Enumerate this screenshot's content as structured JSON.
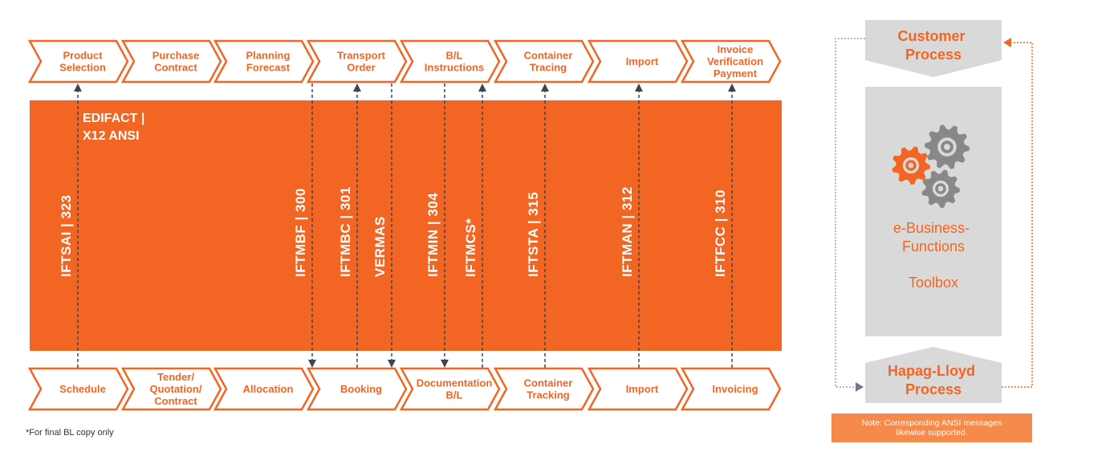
{
  "colors": {
    "accent": "#F26522",
    "gray_shape": "#D9D9D9",
    "gear_dark": "#888888",
    "arrow": "#3C4650",
    "note_bg": "#F58A4B"
  },
  "top_steps": [
    {
      "lines": [
        "Product",
        "Selection"
      ]
    },
    {
      "lines": [
        "Purchase",
        "Contract"
      ]
    },
    {
      "lines": [
        "Planning",
        "Forecast"
      ]
    },
    {
      "lines": [
        "Transport",
        "Order"
      ]
    },
    {
      "lines": [
        "B/L",
        "Instructions"
      ]
    },
    {
      "lines": [
        "Container",
        "Tracing"
      ]
    },
    {
      "lines": [
        "Import"
      ]
    },
    {
      "lines": [
        "Invoice",
        "Verification",
        "Payment"
      ]
    }
  ],
  "bottom_steps": [
    {
      "lines": [
        "Schedule"
      ]
    },
    {
      "lines": [
        "Tender/",
        "Quotation/",
        "Contract"
      ]
    },
    {
      "lines": [
        "Allocation"
      ]
    },
    {
      "lines": [
        "Booking"
      ]
    },
    {
      "lines": [
        "Documentation",
        "B/L"
      ]
    },
    {
      "lines": [
        "Container",
        "Tracking"
      ]
    },
    {
      "lines": [
        "Import"
      ]
    },
    {
      "lines": [
        "Invoicing"
      ]
    }
  ],
  "edifact_label": [
    "EDIFACT |",
    "X12 ANSI"
  ],
  "messages": [
    {
      "label": "IFTSAI | 323",
      "direction": "up"
    },
    {
      "label": "IFTMBF | 300",
      "direction": "down"
    },
    {
      "label": "IFTMBC | 301",
      "direction": "up"
    },
    {
      "label": "VERMAS",
      "direction": "down"
    },
    {
      "label": "IFTMIN | 304",
      "direction": "down"
    },
    {
      "label": "IFTMCS*",
      "direction": "up"
    },
    {
      "label": "IFTSTA | 315",
      "direction": "up"
    },
    {
      "label": "IFTMAN | 312",
      "direction": "up"
    },
    {
      "label": "IFTFCC | 310",
      "direction": "up"
    }
  ],
  "customer_process": [
    "Customer",
    "Process"
  ],
  "hapag_process": [
    "Hapag-Lloyd",
    "Process"
  ],
  "toolbox_lines": [
    "e-Business-",
    "Functions"
  ],
  "toolbox_label": "Toolbox",
  "icons": [
    "gears-icon"
  ],
  "footnote": "*For final BL copy only",
  "note": [
    "Note: Corresponding ANSI messages",
    "likewise supported."
  ]
}
